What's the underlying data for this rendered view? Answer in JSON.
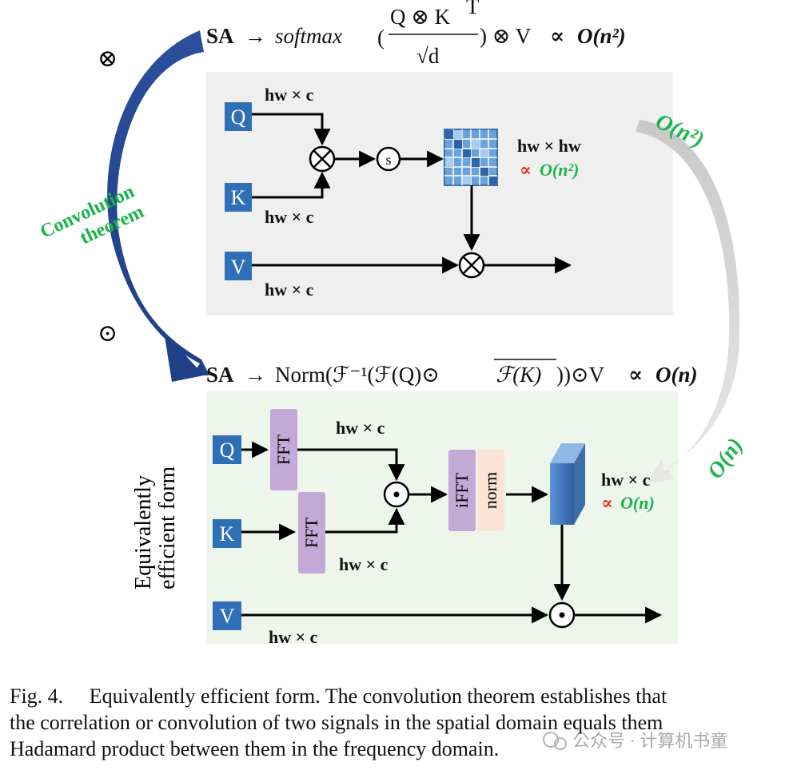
{
  "formula_top": {
    "sa": "SA",
    "arrow": "→",
    "softmax": "softmax",
    "open_paren": "(",
    "numerator": "Q ⊗ K",
    "numerator_sup": "T",
    "denominator": "√d",
    "tail": ") ⊗ V",
    "propto": "∝",
    "complexity": "O(n²)"
  },
  "formula_bottom": {
    "sa": "SA",
    "arrow": "→",
    "body": "Norm(ℱ⁻¹(ℱ(Q)⊙",
    "overline_part": "ℱ(K)",
    "tail": "))⊙V",
    "propto": "∝",
    "complexity": "O(n)"
  },
  "left_side": {
    "otimes_symbol": "⊗",
    "odot_symbol": "⊙",
    "conv_line1": "Convolution",
    "conv_line2": "theorem"
  },
  "right_side": {
    "top_complexity": "O(n²)",
    "bottom_complexity": "O(n)"
  },
  "top_panel": {
    "q": "Q",
    "k": "K",
    "v": "V",
    "dim_q": "hw × c",
    "dim_k": "hw × c",
    "dim_v": "hw × c",
    "softmax_s": "s",
    "attn_dim": "hw × hw",
    "attn_propto": "∝",
    "attn_complexity": "O(n²)"
  },
  "bottom_panel": {
    "q": "Q",
    "k": "K",
    "v": "V",
    "fft_q": "FFT",
    "fft_k": "FFT",
    "ifft": "iFFT",
    "norm": "norm",
    "dim_q": "hw × c",
    "dim_k": "hw × c",
    "dim_v": "hw × c",
    "out_dim": "hw × c",
    "out_propto": "∝",
    "out_complexity": "O(n)",
    "side_label1": "Equivalently",
    "side_label2": "efficient form"
  },
  "caption": {
    "line1": "Fig. 4.     Equivalently efficient form. The convolution theorem establishes that",
    "line2": "the correlation or convolution of two signals in the spatial domain equals them",
    "line3": "Hadamard product between them in the frequency domain."
  },
  "watermark": "公众号 · 计算机书童",
  "colors": {
    "blue_box": "#2e6fb7",
    "dark_arrow": "#24468f",
    "green": "#19b44a",
    "red": "#e02424",
    "top_panel_bg": "#efefef",
    "bottom_panel_bg": "#eef5ea",
    "fft_purple": "#c4a8d6",
    "norm_peach": "#fde3d6"
  }
}
